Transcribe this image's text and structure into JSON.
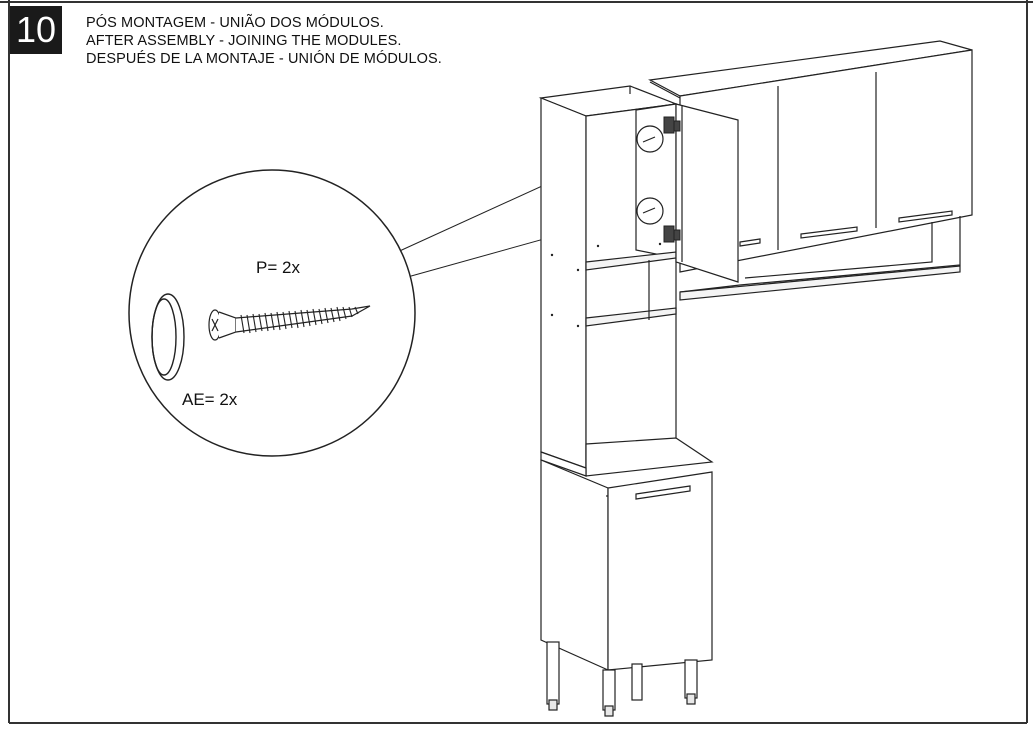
{
  "step": {
    "number": "10"
  },
  "titles": {
    "pt": "PÓS MONTAGEM - UNIÃO DOS MÓDULOS.",
    "en": "AFTER ASSEMBLY - JOINING THE MODULES.",
    "es": "DESPUÉS DE LA MONTAJE - UNIÓN DE MÓDULOS."
  },
  "parts": {
    "screw_label": "P= 2x",
    "cap_label": "AE= 2x"
  }
}
